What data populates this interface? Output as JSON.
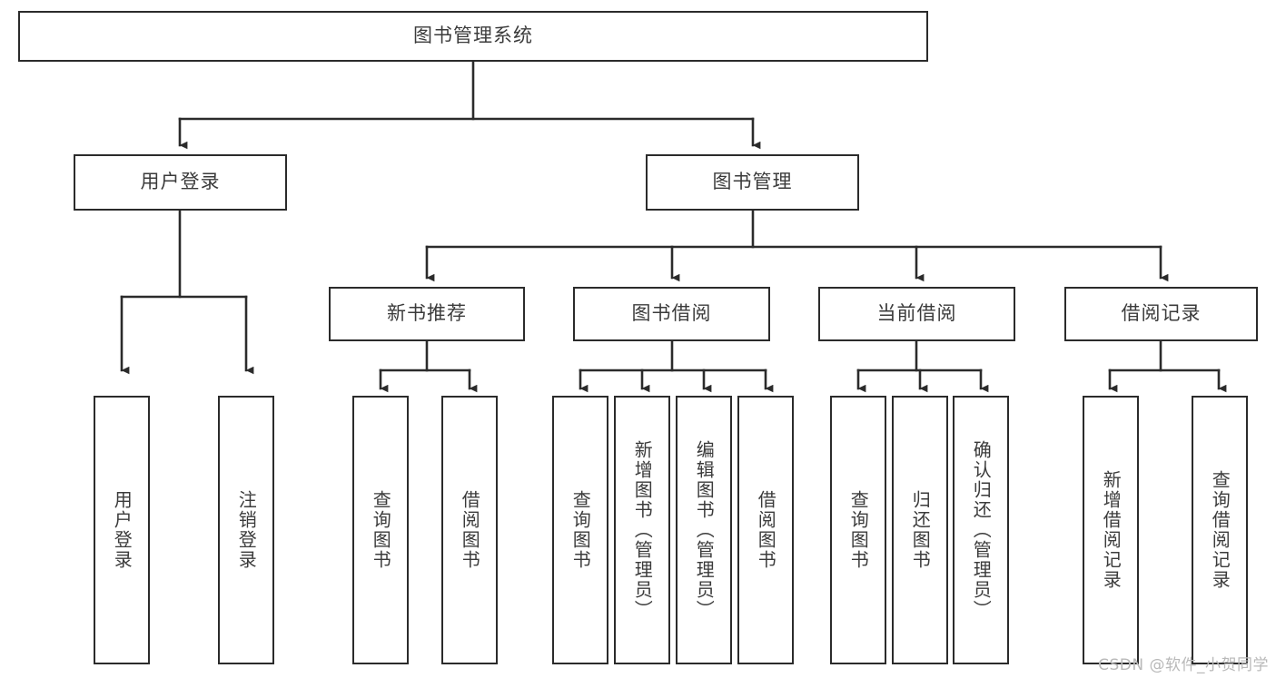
{
  "diagram": {
    "title": "图书管理系统",
    "type": "tree-hierarchy",
    "root": {
      "id": "root",
      "label": "图书管理系统",
      "orientation": "horizontal"
    },
    "level1": [
      {
        "id": "user-login",
        "label": "用户登录",
        "orientation": "horizontal"
      },
      {
        "id": "book-manage",
        "label": "图书管理",
        "orientation": "horizontal"
      }
    ],
    "level2": [
      {
        "id": "new-book-recommend",
        "label": "新书推荐",
        "orientation": "horizontal",
        "parent": "book-manage"
      },
      {
        "id": "book-borrow",
        "label": "图书借阅",
        "orientation": "horizontal",
        "parent": "book-manage"
      },
      {
        "id": "current-borrow",
        "label": "当前借阅",
        "orientation": "horizontal",
        "parent": "book-manage"
      },
      {
        "id": "borrow-record",
        "label": "借阅记录",
        "orientation": "horizontal",
        "parent": "book-manage"
      }
    ],
    "leaves": [
      {
        "id": "leaf-user-login",
        "label": "用户登录",
        "orientation": "vertical",
        "parent": "user-login"
      },
      {
        "id": "leaf-user-logout",
        "label": "注销登录",
        "orientation": "vertical",
        "parent": "user-login"
      },
      {
        "id": "leaf-query-book-1",
        "label": "查询图书",
        "orientation": "vertical",
        "parent": "new-book-recommend"
      },
      {
        "id": "leaf-borrow-book-1",
        "label": "借阅图书",
        "orientation": "vertical",
        "parent": "new-book-recommend"
      },
      {
        "id": "leaf-query-book-2",
        "label": "查询图书",
        "orientation": "vertical",
        "parent": "book-borrow"
      },
      {
        "id": "leaf-add-book-admin",
        "label": "新增图书（管理员）",
        "orientation": "vertical",
        "parent": "book-borrow"
      },
      {
        "id": "leaf-edit-book-admin",
        "label": "编辑图书（管理员）",
        "orientation": "vertical",
        "parent": "book-borrow"
      },
      {
        "id": "leaf-borrow-book-2",
        "label": "借阅图书",
        "orientation": "vertical",
        "parent": "book-borrow"
      },
      {
        "id": "leaf-query-book-3",
        "label": "查询图书",
        "orientation": "vertical",
        "parent": "current-borrow"
      },
      {
        "id": "leaf-return-book",
        "label": "归还图书",
        "orientation": "vertical",
        "parent": "current-borrow"
      },
      {
        "id": "leaf-confirm-return-admin",
        "label": "确认归还（管理员）",
        "orientation": "vertical",
        "parent": "current-borrow"
      },
      {
        "id": "leaf-add-borrow-record",
        "label": "新增借阅记录",
        "orientation": "vertical",
        "parent": "borrow-record"
      },
      {
        "id": "leaf-query-borrow-record",
        "label": "查询借阅记录",
        "orientation": "vertical",
        "parent": "borrow-record"
      }
    ],
    "watermark": "CSDN @软件_小贺同学",
    "colors": {
      "stroke": "#2b2b2b",
      "fill": "#ffffff",
      "text": "#3b3b3b",
      "watermark": "#b9b9b9"
    }
  }
}
